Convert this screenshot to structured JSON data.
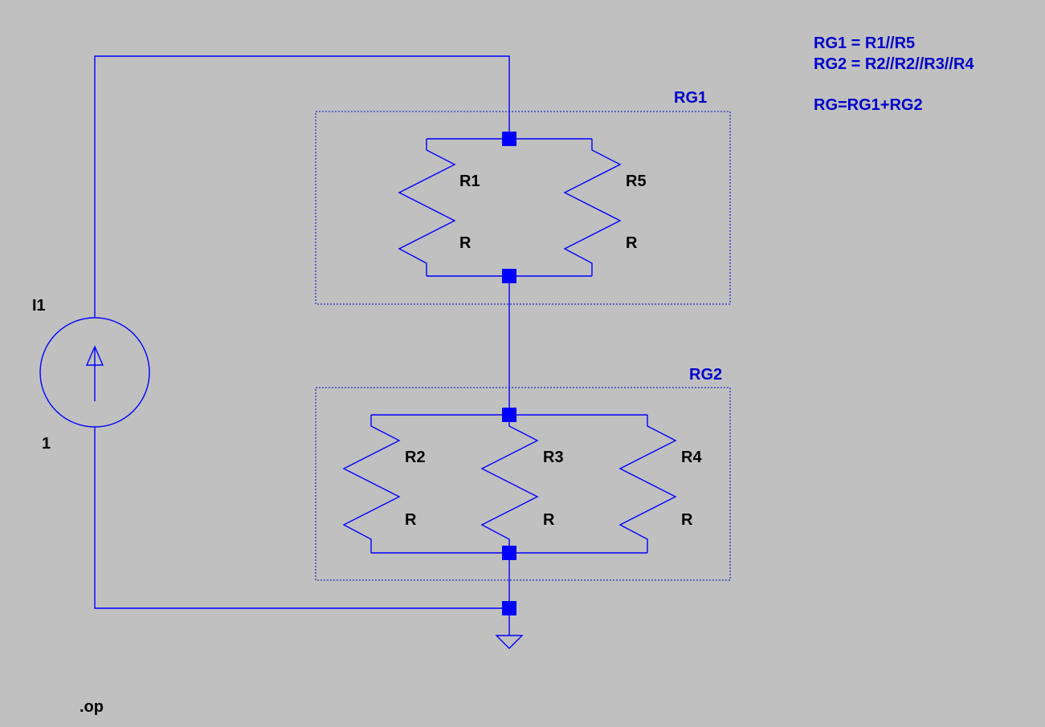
{
  "notes": {
    "line1": "RG1 = R1//R5",
    "line2": "RG2 = R2//R2//R3//R4",
    "line3": "RG=RG1+RG2"
  },
  "groups": {
    "rg1": "RG1",
    "rg2": "RG2"
  },
  "source": {
    "name": "I1",
    "value": "1"
  },
  "resistors": [
    {
      "name": "R1",
      "value": "R"
    },
    {
      "name": "R5",
      "value": "R"
    },
    {
      "name": "R2",
      "value": "R"
    },
    {
      "name": "R3",
      "value": "R"
    },
    {
      "name": "R4",
      "value": "R"
    }
  ],
  "directive": ".op",
  "colors": {
    "background": "#c0c0c0",
    "wire": "#0000ff",
    "annotation": "#0000cc",
    "label": "#000000"
  }
}
